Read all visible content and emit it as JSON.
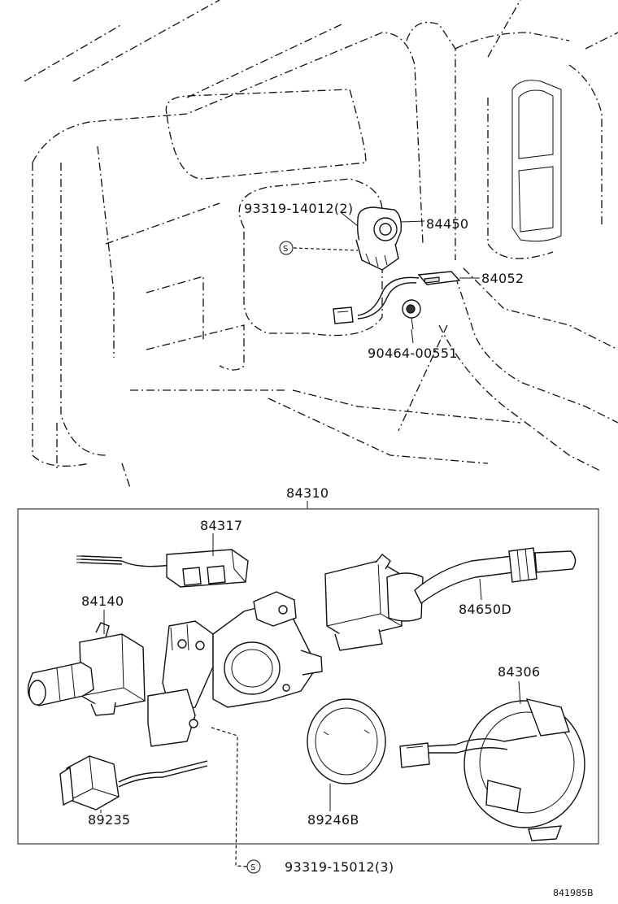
{
  "diagram_id": "841985B",
  "upper_assembly": {
    "labels": {
      "screw_top": "93319-14012(2)",
      "lock_cylinder": "84450",
      "key_switch": "84052",
      "clamp": "90464-00551"
    },
    "screw_symbol": "S"
  },
  "lower_assembly": {
    "group_label": "84310",
    "labels": {
      "wire_connector": "84317",
      "headlamp_switch": "84140",
      "wiper_switch": "84650D",
      "spiral_cable": "84306",
      "relay": "89235",
      "ring": "89246B"
    },
    "screw_bottom": "93319-15012(3)",
    "screw_symbol": "S"
  }
}
